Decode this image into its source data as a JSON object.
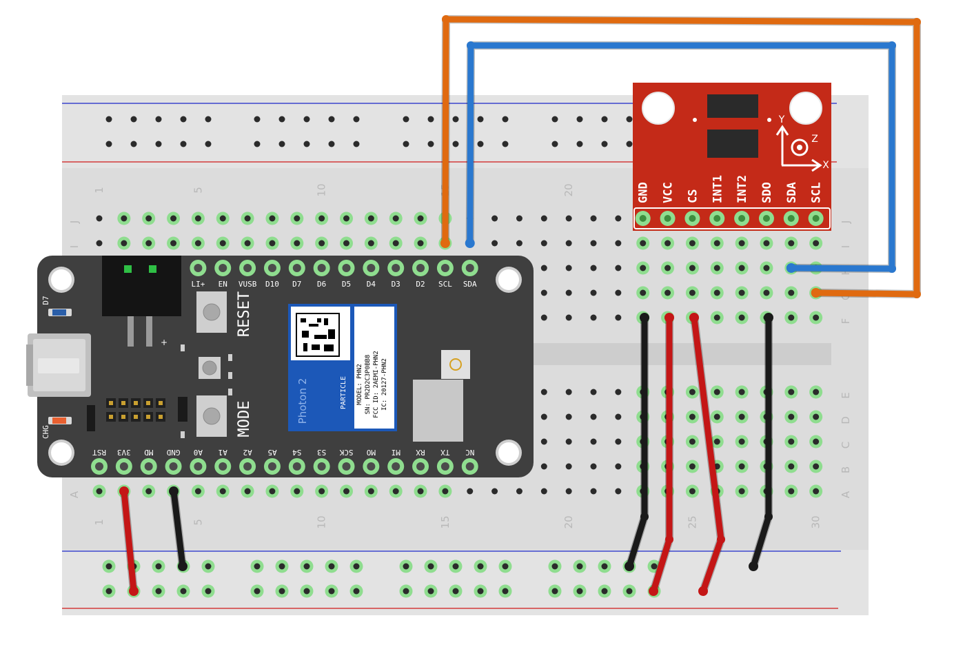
{
  "breadboard": {
    "row_letters_top": [
      "J",
      "I",
      "H",
      "G",
      "F"
    ],
    "row_letters_bottom": [
      "E",
      "D",
      "C",
      "B",
      "A"
    ],
    "column_numbers_top": [
      "1",
      "5",
      "10",
      "15",
      "20"
    ],
    "column_numbers_bottom": [
      "1",
      "5",
      "10",
      "15",
      "20",
      "25",
      "30"
    ]
  },
  "photon": {
    "top_pins": [
      "LI+",
      "EN",
      "VUSB",
      "D10",
      "D7",
      "D6",
      "D5",
      "D4",
      "D3",
      "D2",
      "SCL",
      "SDA"
    ],
    "bottom_pins": [
      "RST",
      "3V3",
      "MD",
      "GND",
      "A0",
      "A1",
      "A2",
      "A5",
      "S4",
      "S3",
      "SCK",
      "MO",
      "MI",
      "RX",
      "TX",
      "NC"
    ],
    "reset_label": "RESET",
    "mode_label": "MODE",
    "d7_label": "D7",
    "chg_label": "CHG",
    "plus_label": "+",
    "module_name": "Photon 2",
    "brand": "PARTICLE",
    "module_info": [
      "MODEL: PHN2",
      "SN: PR2D2C3P0BB8",
      "FCC ID: 2AEMI-PHN2",
      "IC: 20127-PHN2"
    ]
  },
  "sensor": {
    "pins": [
      "GND",
      "VCC",
      "CS",
      "INT1",
      "INT2",
      "SDO",
      "SDA",
      "SCL"
    ],
    "axis_y": "Y",
    "axis_x": "X",
    "axis_z": "Z",
    "color": "#c42a18"
  },
  "colors": {
    "wire_orange": "#e06a10",
    "wire_blue": "#2a78cf",
    "wire_red": "#c41616",
    "wire_black": "#1a1a1a",
    "board_dark": "#3f3f3f",
    "rail_blue": "#1a24c8",
    "rail_red": "#d01818"
  },
  "wires": [
    {
      "from": "Photon SCL",
      "to": "Sensor SCL",
      "color": "orange"
    },
    {
      "from": "Photon SDA",
      "to": "Sensor SDA",
      "color": "blue"
    },
    {
      "from": "Photon 3V3",
      "to": "power rail",
      "color": "red"
    },
    {
      "from": "Photon GND",
      "to": "ground rail",
      "color": "black"
    },
    {
      "from": "Sensor GND",
      "to": "ground rail",
      "color": "black"
    },
    {
      "from": "Sensor VCC",
      "to": "power rail",
      "color": "red"
    },
    {
      "from": "Sensor CS",
      "to": "power rail",
      "color": "red"
    },
    {
      "from": "Sensor SDO",
      "to": "ground rail",
      "color": "black"
    }
  ]
}
